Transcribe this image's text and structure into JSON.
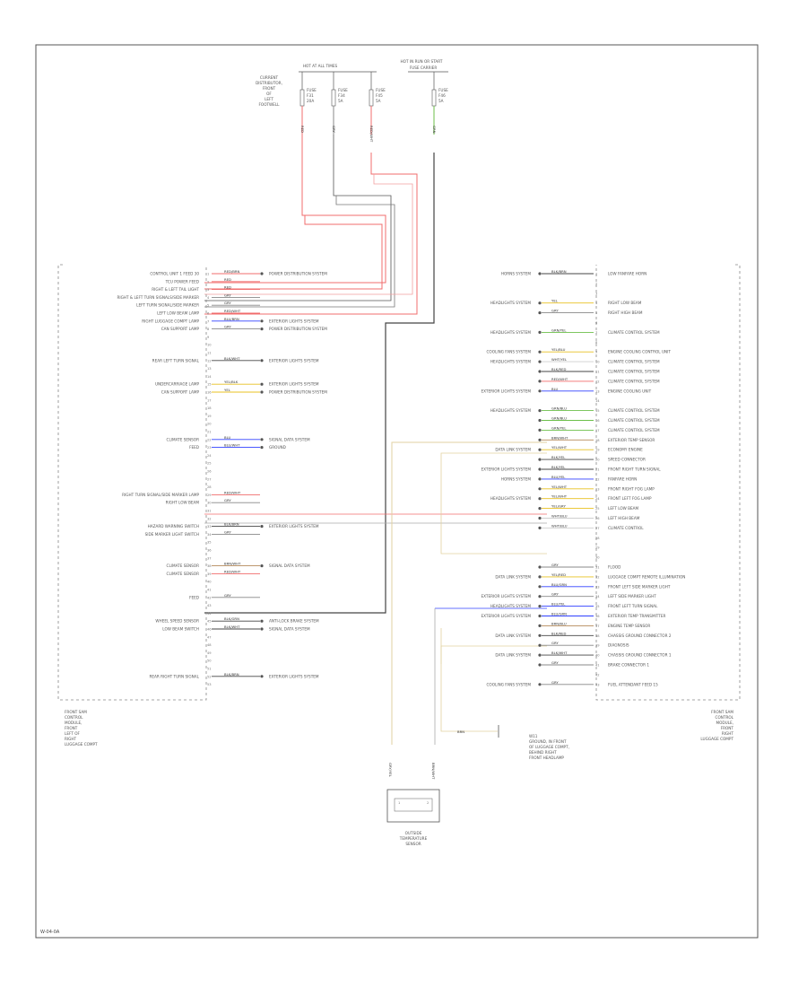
{
  "diagram_code": "W-04-0A",
  "top_labels": {
    "fuse_heading": "HOT AT ALL TIMES",
    "fuse_box_desc": [
      "CURRENT",
      "DISTRIBUTOR,",
      "FRONT",
      "OF",
      "LEFT",
      "FOOTWELL"
    ],
    "run_heading": "HOT IN RUN OR START",
    "fuses": [
      {
        "id": "f1",
        "name": "FUSE",
        "num": "F31",
        "amp": "20A",
        "wire": "RED"
      },
      {
        "id": "f2",
        "name": "FUSE",
        "num": "F34",
        "amp": "5A",
        "wire": "GRY"
      },
      {
        "id": "f3",
        "name": "FUSE",
        "num": "F45",
        "amp": "5A",
        "wire": "RED/WHT"
      },
      {
        "id": "f4",
        "name": "FUSE",
        "num": "F46",
        "amp": "5A",
        "wire": "GRN"
      }
    ],
    "fuse_relay_desc": "FUSE CARRIER"
  },
  "left_module": {
    "name_lines": [
      "FRONT SAM",
      "CONTROL",
      "MODULE,",
      "FRONT",
      "LEFT OF",
      "RIGHT",
      "LUGGAGE COMPT"
    ],
    "rows": [
      {
        "label": "CONTROL UNIT 1 FEED 30",
        "color": "RED/BRN",
        "pin": "1",
        "dest": "POWER DISTRIBUTION SYSTEM"
      },
      {
        "label": "TCU POWER FEED",
        "color": "RED",
        "pin": "2",
        "dest": ""
      },
      {
        "label": "RIGHT & LEFT TAIL LIGHT",
        "color": "RED",
        "pin": "3",
        "dest": ""
      },
      {
        "label": "RIGHT & LEFT TURN SIGNALS/SIDE MARKER",
        "color": "GRY",
        "pin": "4",
        "dest": ""
      },
      {
        "label": "LEFT TURN SIGNAL/SIDE MARKER",
        "color": "GRY",
        "pin": "5",
        "dest": ""
      },
      {
        "label": "LEFT LOW BEAM LAMP",
        "color": "RED/WHT",
        "pin": "6",
        "dest": ""
      },
      {
        "label": "RIGHT LUGGAGE COMPT LAMP",
        "color": "BLU/BRN",
        "pin": "7",
        "dest": "EXTERIOR LIGHTS SYSTEM"
      },
      {
        "label": "CAN SUPPORT LAMP",
        "color": "GRY",
        "pin": "8",
        "dest": "POWER DISTRIBUTION SYSTEM"
      },
      {
        "label": "REAR LEFT TURN SIGNAL",
        "color": "BLK/WHT",
        "pin": "12",
        "dest": "EXTERIOR LIGHTS SYSTEM"
      },
      {
        "label": "UNDERCARRIAGE LAMP",
        "color": "YEL/BLK",
        "pin": "15",
        "dest": "EXTERIOR LIGHTS SYSTEM"
      },
      {
        "label": "CAN SUPPORT LAMP",
        "color": "YEL",
        "pin": "16",
        "dest": "POWER DISTRIBUTION SYSTEM"
      },
      {
        "label": "CLIMATE SENSOR",
        "color": "BLU",
        "pin": "22",
        "dest": "SIGNAL DATA SYSTEM"
      },
      {
        "label": "FEED",
        "color": "BLU/WHT",
        "pin": "23",
        "dest": "GROUND"
      },
      {
        "label": "RIGHT TURN SIGNAL/SIDE MARKER LAMP",
        "color": "RED/WHT",
        "pin": "29",
        "dest": ""
      },
      {
        "label": "RIGHT LOW BEAM",
        "color": "GRY",
        "pin": "30",
        "dest": ""
      },
      {
        "label": "HAZARD WARNING SWITCH",
        "color": "BLK/BRN",
        "pin": "33",
        "dest": "EXTERIOR LIGHTS SYSTEM"
      },
      {
        "label": "SIDE MARKER LIGHT SWITCH",
        "color": "GRY",
        "pin": "34",
        "dest": ""
      },
      {
        "label": "CLIMATE SENSOR",
        "color": "BRN/WHT",
        "pin": "38",
        "dest": "SIGNAL DATA SYSTEM"
      },
      {
        "label": "CLIMATE SENSOR",
        "color": "RED/WHT",
        "pin": "39",
        "dest": ""
      },
      {
        "label": "FEED",
        "color": "GRY",
        "pin": "42",
        "dest": ""
      },
      {
        "label": "WHEEL SPEED SENSOR",
        "color": "BLK/GRN",
        "pin": "45",
        "dest": "ANTI-LOCK BRAKE SYSTEM"
      },
      {
        "label": "LOW BEAM SWITCH",
        "color": "BLK/WHT",
        "pin": "46",
        "dest": "SIGNAL DATA SYSTEM"
      },
      {
        "label": "REAR RIGHT TURN SIGNAL",
        "color": "BLK/BRN",
        "pin": "52",
        "dest": "EXTERIOR LIGHTS SYSTEM"
      }
    ]
  },
  "right_module": {
    "name_lines": [
      "FRONT SAM",
      "CONTROL",
      "MODULE,",
      "FRONT",
      "RIGHT",
      "LUGGAGE COMPT"
    ],
    "rows": [
      {
        "src": "HORNS SYSTEM",
        "color": "BLK/BRN",
        "pin": "1",
        "label": "LOW FANFARE HORN"
      },
      {
        "src": "HEADLIGHTS SYSTEM",
        "color": "YEL",
        "pin": "4",
        "label": "RIGHT LOW BEAM"
      },
      {
        "src": "",
        "color": "GRY",
        "pin": "5",
        "label": "RIGHT HIGH BEAM"
      },
      {
        "src": "HEADLIGHTS SYSTEM",
        "color": "GRN/YEL",
        "pin": "7",
        "label": "CLIMATE CONTROL SYSTEM"
      },
      {
        "src": "COOLING FANS SYSTEM",
        "color": "YEL/BLU",
        "pin": "9",
        "label": "ENGINE COOLING CONTROL UNIT"
      },
      {
        "src": "HEADLIGHTS SYSTEM",
        "color": "WHT/YEL",
        "pin": "10",
        "label": "CLIMATE CONTROL SYSTEM"
      },
      {
        "src": "",
        "color": "BLK/RED",
        "pin": "11",
        "label": "CLIMATE CONTROL SYSTEM"
      },
      {
        "src": "",
        "color": "RED/WHT",
        "pin": "12",
        "label": "CLIMATE CONTROL SYSTEM"
      },
      {
        "src": "EXTERIOR LIGHTS SYSTEM",
        "color": "BLU",
        "pin": "13",
        "label": "ENGINE COOLING UNIT"
      },
      {
        "src": "HEADLIGHTS SYSTEM",
        "color": "GRN/BLU",
        "pin": "15",
        "label": "CLIMATE CONTROL SYSTEM"
      },
      {
        "src": "",
        "color": "GRN/BLU",
        "pin": "16",
        "label": "CLIMATE CONTROL SYSTEM"
      },
      {
        "src": "",
        "color": "GRN/YEL",
        "pin": "17",
        "label": "CLIMATE CONTROL SYSTEM"
      },
      {
        "src": "",
        "color": "BRN/WHT",
        "pin": "18",
        "label": "EXTERIOR TEMP SENSOR"
      },
      {
        "src": "DATA LINK SYSTEM",
        "color": "YEL/WHT",
        "pin": "19",
        "label": "ECONOMY ENGINE"
      },
      {
        "src": "",
        "color": "BLK/YEL",
        "pin": "20",
        "label": "SPEED CONNECTOR"
      },
      {
        "src": "EXTERIOR LIGHTS SYSTEM",
        "color": "BLK/YEL",
        "pin": "21",
        "label": "FRONT RIGHT TURN SIGNAL"
      },
      {
        "src": "HORNS SYSTEM",
        "color": "BLU/YEL",
        "pin": "22",
        "label": "FANFARE HORN"
      },
      {
        "src": "",
        "color": "YEL/WHT",
        "pin": "23",
        "label": "FRONT RIGHT FOG LAMP"
      },
      {
        "src": "HEADLIGHTS SYSTEM",
        "color": "YEL/WHT",
        "pin": "24",
        "label": "FRONT LEFT FOG LAMP"
      },
      {
        "src": "",
        "color": "YEL/GRY",
        "pin": "25",
        "label": "LEFT LOW BEAM"
      },
      {
        "src": "",
        "color": "WHT/BLU",
        "pin": "26",
        "label": "LEFT HIGH BEAM"
      },
      {
        "src": "",
        "color": "WHT/BLU",
        "pin": "27",
        "label": "CLIMATE CONTROL"
      },
      {
        "src": "",
        "color": "GRY",
        "pin": "31",
        "label": "FLOOD"
      },
      {
        "src": "DATA LINK SYSTEM",
        "color": "YEL/RED",
        "pin": "32",
        "label": "LUGGAGE COMPT REMOTE ILLUMINATION"
      },
      {
        "src": "",
        "color": "BLU/GRN",
        "pin": "33",
        "label": "FRONT LEFT SIDE MARKER LIGHT"
      },
      {
        "src": "EXTERIOR LIGHTS SYSTEM",
        "color": "GRY",
        "pin": "34",
        "label": "LEFT SIDE MARKER LIGHT"
      },
      {
        "src": "HEADLIGHTS SYSTEM",
        "color": "BLU/YEL",
        "pin": "35",
        "label": "FRONT LEFT TURN SIGNAL"
      },
      {
        "src": "EXTERIOR LIGHTS SYSTEM",
        "color": "BLU/GRN",
        "pin": "36",
        "label": "EXTERIOR TEMP TRANSMITTER"
      },
      {
        "src": "",
        "color": "BRN/BLU",
        "pin": "37",
        "label": "ENGINE TEMP SENSOR"
      },
      {
        "src": "DATA LINK SYSTEM",
        "color": "BLK/RED",
        "pin": "38",
        "label": "CHASSIS GROUND CONNECTOR 2"
      },
      {
        "src": "",
        "color": "GRY",
        "pin": "39",
        "label": "DIAGNOSIS"
      },
      {
        "src": "DATA LINK SYSTEM",
        "color": "BLK/WHT",
        "pin": "40",
        "label": "CHASSIS GROUND CONNECTOR 1"
      },
      {
        "src": "",
        "color": "GRY",
        "pin": "41",
        "label": "BRAKE CONNECTOR 1"
      },
      {
        "src": "COOLING FANS SYSTEM",
        "color": "GRY",
        "pin": "43",
        "label": "FUEL ATTENDANT FEED 15"
      }
    ]
  },
  "bottom": {
    "sensor_name": [
      "OUTSIDE",
      "TEMPERATURE",
      "SENSOR"
    ],
    "sensor_wire_1": "GRY/YEL",
    "sensor_wire_2": "BRN/WHT",
    "sensor_pin_1": "1",
    "sensor_pin_2": "2",
    "ground_wire": "BRN",
    "ground_ref": "W11",
    "ground_desc": [
      "GROUND, IN FRONT",
      "OF LUGGAGE COMPT,",
      "BEHIND RIGHT",
      "FRONT HEADLAMP"
    ]
  }
}
